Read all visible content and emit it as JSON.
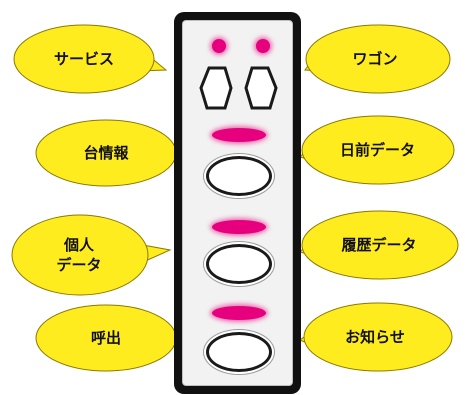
{
  "colors": {
    "bubble_fill": "#ffec1f",
    "bubble_stroke": "#8a7a00",
    "lamp": "#e6007e",
    "panel_frame": "#111111",
    "panel_face": "#f2f2f2"
  },
  "left_labels": {
    "service": "サービス",
    "machine_info": "台情報",
    "personal_data": "個人\nデータ",
    "call": "呼出"
  },
  "right_labels": {
    "wagon": "ワゴン",
    "previous_day_data": "日前データ",
    "history_data": "履歴データ",
    "notice": "お知らせ"
  }
}
